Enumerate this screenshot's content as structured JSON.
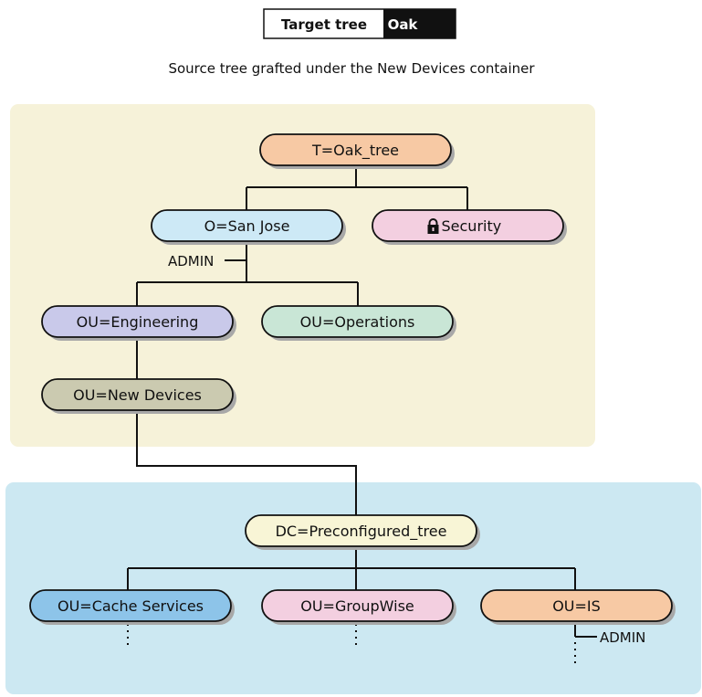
{
  "header": {
    "label": "Target tree",
    "value": "Oak",
    "subtitle": "Source tree grafted under the New Devices container"
  },
  "colors": {
    "target_bg": "#f6f2d9",
    "source_bg": "#cce8f2",
    "root": "#f7c9a4",
    "org": "#cde9f6",
    "security": "#f3cfe0",
    "engineering": "#c9c9ea",
    "operations": "#c9e6d6",
    "new_devices": "#cbcab0",
    "dc": "#f8f5d6",
    "cache": "#8dc4e9",
    "groupwise": "#f3cfe0",
    "is": "#f7c9a4"
  },
  "nodes": {
    "oak_tree": "T=Oak_tree",
    "san_jose": "O=San Jose",
    "security": "Security",
    "engineering": "OU=Engineering",
    "operations": "OU=Operations",
    "new_devices": "OU=New Devices",
    "preconfigured": "DC=Preconfigured_tree",
    "cache_services": "OU=Cache Services",
    "groupwise": "OU=GroupWise",
    "is": "OU=IS"
  },
  "labels": {
    "admin_san_jose": "ADMIN",
    "admin_is": "ADMIN"
  },
  "icons": {
    "security": "padlock-icon"
  }
}
